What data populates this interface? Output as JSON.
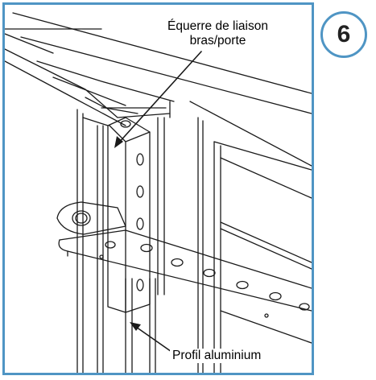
{
  "step": {
    "number": "6"
  },
  "labels": {
    "bracket_line1": "Équerre de liaison",
    "bracket_line2": "bras/porte",
    "profile": "Profil aluminium"
  },
  "colors": {
    "frame_border": "#4f95c4",
    "line": "#1a1a1a"
  }
}
